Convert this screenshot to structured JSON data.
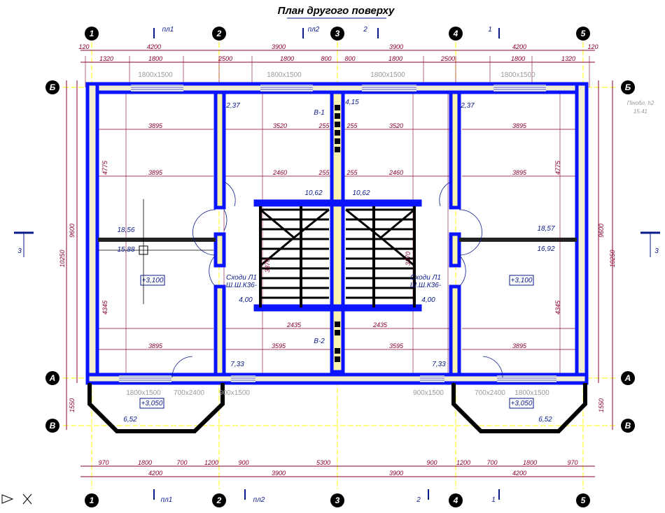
{
  "title": "План другого поверху",
  "axes_top": [
    "1",
    "2",
    "3",
    "4",
    "5"
  ],
  "axes_bottom": [
    "1",
    "2",
    "3",
    "4",
    "5"
  ],
  "rows_left": [
    "Б",
    "А",
    "В"
  ],
  "rows_right": [
    "Б",
    "А",
    "В"
  ],
  "section_marks_top": [
    "пл1",
    "пл2",
    "2",
    "1"
  ],
  "section_marks_bottom": [
    "пл1",
    "пл2",
    "2",
    "1"
  ],
  "section_side": [
    "3",
    "3"
  ],
  "dims_top_row1": [
    "120",
    "4200",
    "3900",
    "3900",
    "4200",
    "120"
  ],
  "dims_top_row2": [
    "1320",
    "1800",
    "2500",
    "1800",
    "800",
    "800",
    "1800",
    "2500",
    "1800",
    "1320"
  ],
  "windows_top": [
    "1800x1500",
    "1800x1500",
    "1800x1500",
    "1800x1500"
  ],
  "windows_bottom": [
    "1800x1500",
    "700x2400",
    "900x1500",
    "900x1500",
    "700x2400",
    "1800x1500"
  ],
  "dims_bottom_row1": [
    "970",
    "1800",
    "700",
    "1200",
    "900",
    "5300",
    "900",
    "1200",
    "700",
    "1800",
    "970"
  ],
  "dims_bottom_row2": [
    "4200",
    "3900",
    "3900",
    "4200"
  ],
  "dims_vertical": [
    "9600",
    "10250",
    "1550",
    "9600",
    "10250",
    "1550"
  ],
  "dims_interior": [
    "3895",
    "3520",
    "3520",
    "3895",
    "3895",
    "2460",
    "2460",
    "3895",
    "3895",
    "3595",
    "3595",
    "3895",
    "2435",
    "2435",
    "255",
    "255",
    "255",
    "255",
    "4775",
    "4775",
    "4345",
    "4345",
    "3370",
    "3370"
  ],
  "rooms": {
    "areas": [
      "18,56",
      "15,88",
      "18,57",
      "16,92",
      "10,62",
      "10,62",
      "2,37",
      "4,15",
      "2,37",
      "4,00",
      "4,00",
      "7,33",
      "7,33",
      "6,52",
      "6,52"
    ],
    "levels": [
      "+3,100",
      "+3,100",
      "+3,050",
      "+3,050"
    ],
    "stairs": [
      "Сходи Л1",
      "Ш.Ш.К36-",
      "Сходи Л1",
      "Ш.Ш.К36-"
    ],
    "vents": [
      "В-1",
      "В-2"
    ]
  },
  "note": [
    "Пінобл. h2",
    "15.41"
  ],
  "colors": {
    "wall": "#0a14ff",
    "dim": "#8a0030",
    "axis_line": "#ffff00",
    "text": "#0a1a8a"
  }
}
